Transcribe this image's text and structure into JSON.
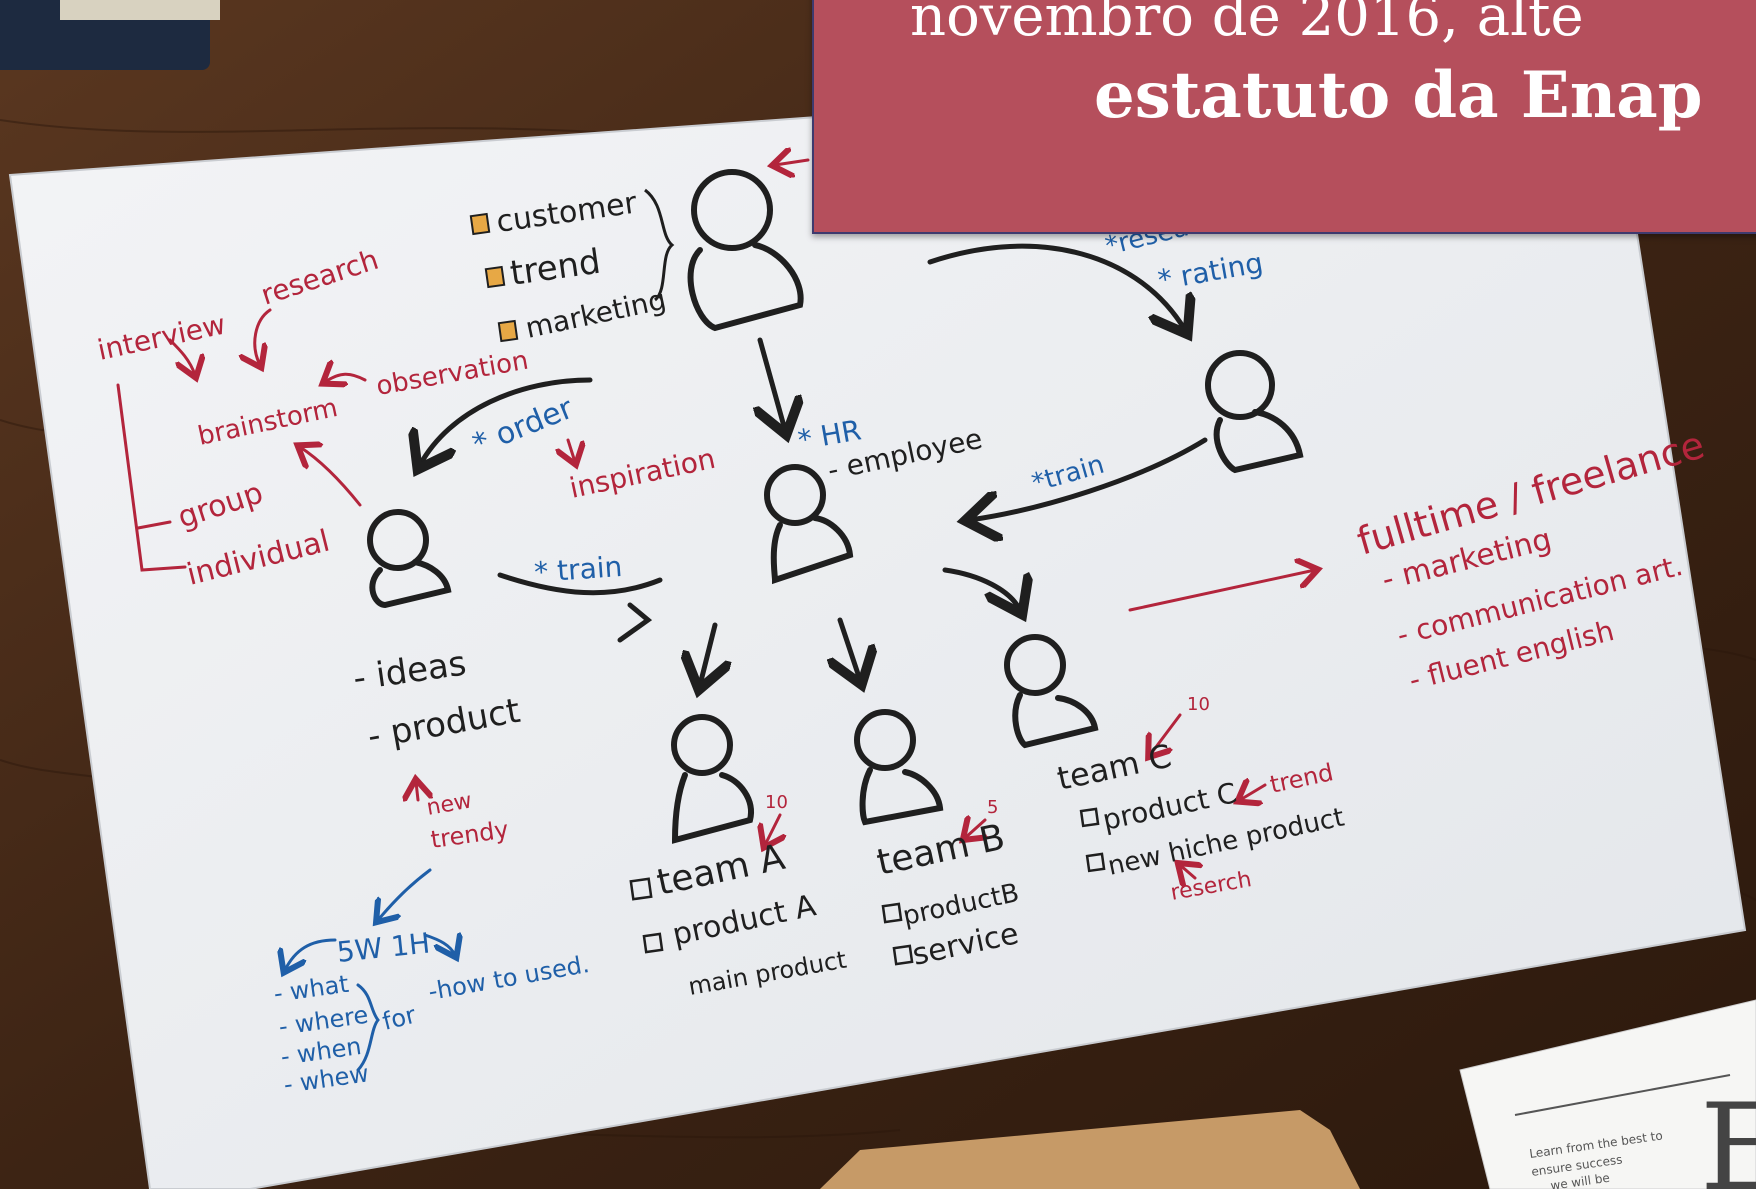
{
  "banner": {
    "line1": "novembro de 2016, alte",
    "line2": "estatuto da Enap"
  },
  "sketch": {
    "top_list": [
      "customer",
      "trend",
      "marketing"
    ],
    "left_tree": {
      "interview": "interview",
      "research": "research",
      "observation": "observation",
      "brainstorm": "brainstorm",
      "group": "group",
      "individual": "individual"
    },
    "arrow_labels": {
      "order": "* order",
      "inspiration": "inspiration",
      "hr": "* HR",
      "employee": "- employee",
      "train_left": "* train",
      "train_right": "*train",
      "rating": "* rating",
      "research_partial": "*resea"
    },
    "left_person_notes": [
      "- ideas",
      "- product"
    ],
    "new_trendy": [
      "new",
      "trendy"
    ],
    "method": {
      "title": "5W 1H",
      "questions": [
        "- what",
        "- where",
        "- when",
        "- whew"
      ],
      "for": "for",
      "how": "-how to used."
    },
    "team_a": {
      "name": "team A",
      "score": "10",
      "items": [
        "product A",
        "main product"
      ]
    },
    "team_b": {
      "name": "team B",
      "score": "5",
      "items": [
        "productB",
        "service"
      ]
    },
    "team_c": {
      "name": "team C",
      "score": "10",
      "items": [
        "product C",
        "new hiche product"
      ],
      "trend": "trend",
      "research": "reserch"
    },
    "job": {
      "title": "fulltime / freelance",
      "items": [
        "- marketing",
        "- communication art.",
        "- fluent english"
      ]
    },
    "card_text": [
      "Learn from the best to",
      "ensure success",
      "... we will be"
    ]
  },
  "colors": {
    "ink_black": "#1f1f1f",
    "ink_red": "#b3253c",
    "ink_blue": "#1f5fa8",
    "paper": "#eef0f2",
    "wood": "#4a2d1a",
    "banner": "#b54f5c",
    "sticky": "#e7a845"
  }
}
